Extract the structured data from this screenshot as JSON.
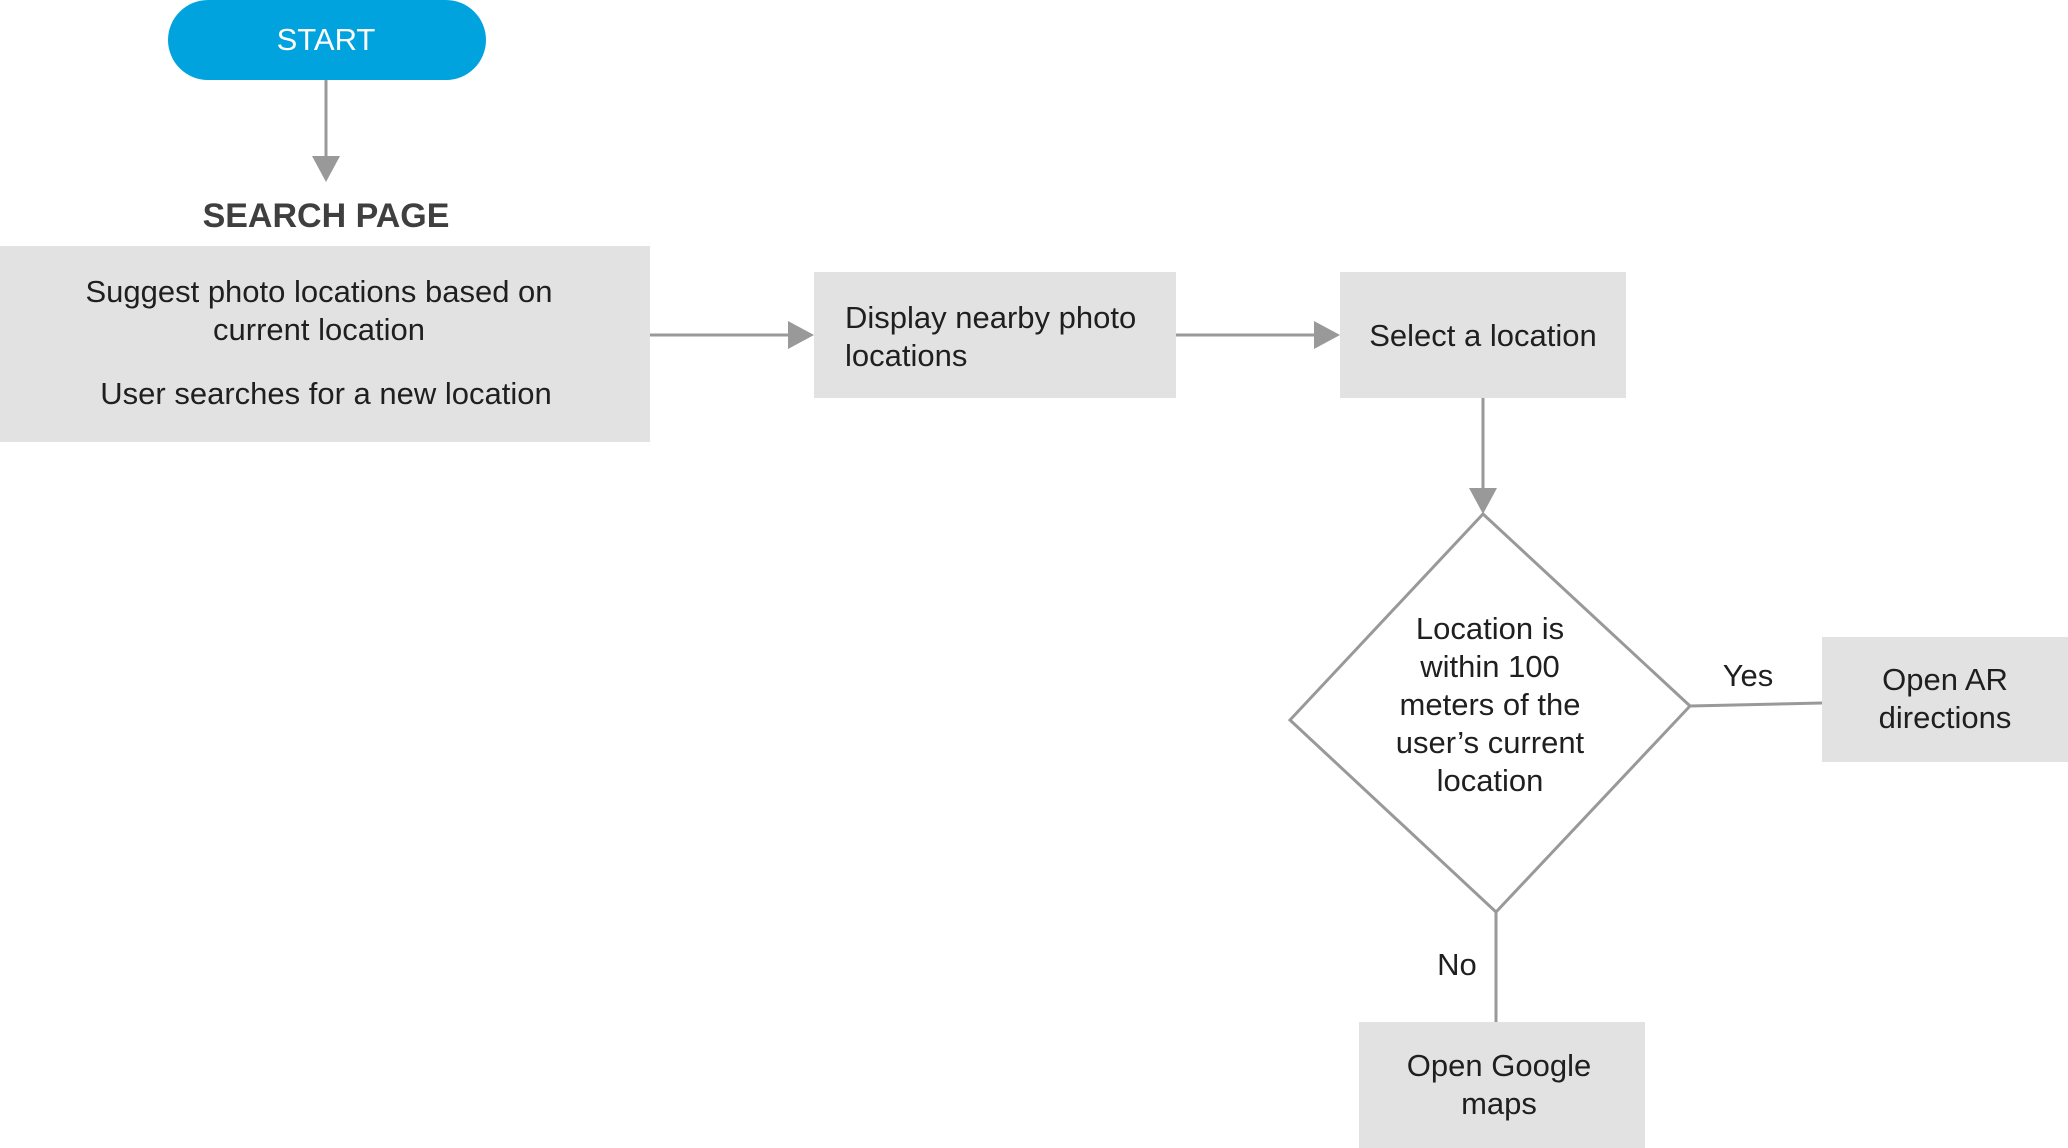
{
  "colors": {
    "start_fill": "#00a3dd",
    "box_fill": "#e2e2e2",
    "connector": "#999999",
    "heading": "#3f3f3f",
    "text": "#1f1f1f"
  },
  "start": {
    "label": "START"
  },
  "search_page": {
    "heading": "SEARCH PAGE",
    "line1a": "Suggest photo locations based on",
    "line1b": "current location",
    "line2": "User searches for a new location"
  },
  "display_nearby": {
    "line1": "Display nearby photo",
    "line2": "locations"
  },
  "select_location": {
    "label": "Select a location"
  },
  "decision": {
    "line1": "Location is",
    "line2": "within 100",
    "line3": "meters of the",
    "line4": "user’s current",
    "line5": "location"
  },
  "yes_label": "Yes",
  "no_label": "No",
  "open_ar": {
    "line1": "Open AR",
    "line2": "directions"
  },
  "open_maps": {
    "line1": "Open Google",
    "line2": "maps"
  }
}
